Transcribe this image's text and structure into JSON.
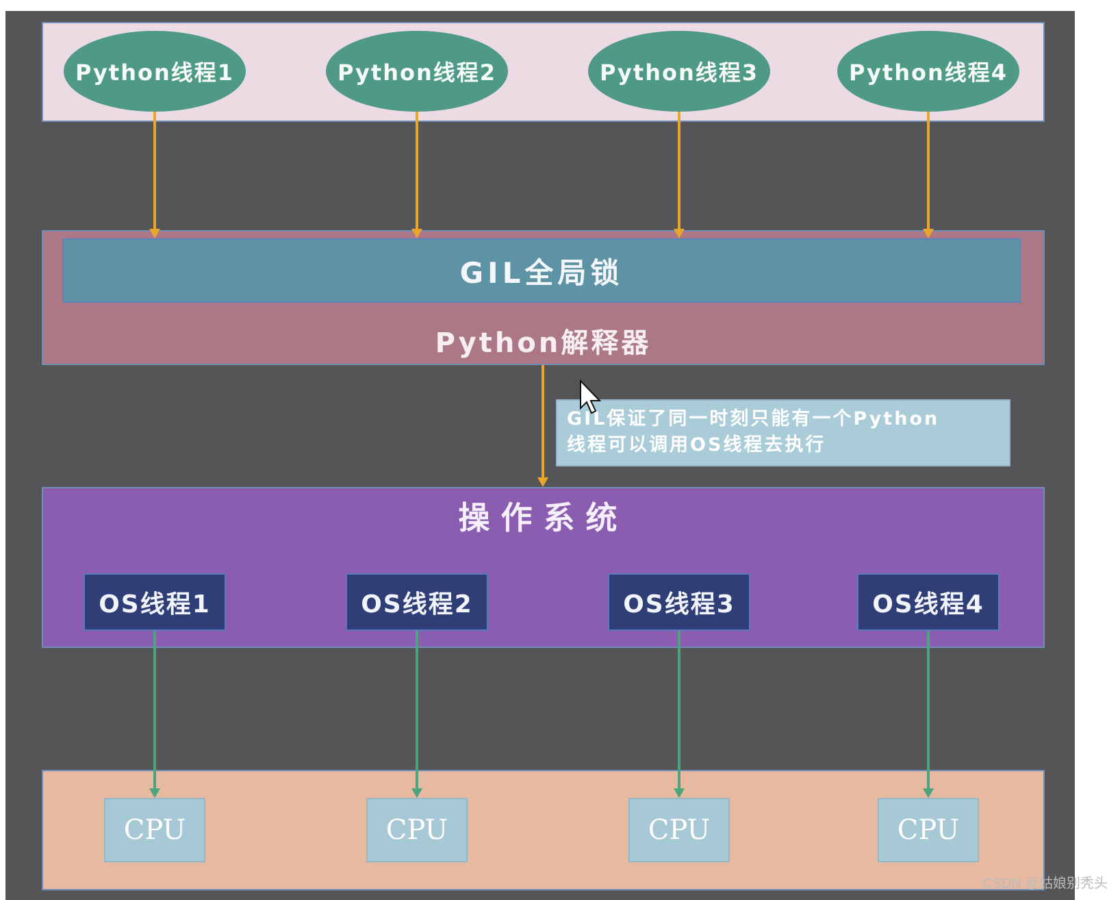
{
  "threads": [
    "Python线程1",
    "Python线程2",
    "Python线程3",
    "Python线程4"
  ],
  "gil_label": "GIL全局锁",
  "interpreter_label": "Python解释器",
  "note": {
    "line1": "GIL保证了同一时刻只能有一个Python",
    "line2": "线程可以调用OS线程去执行"
  },
  "os_label": "操作系统",
  "os_threads": [
    "OS线程1",
    "OS线程2",
    "OS线程3",
    "OS线程4"
  ],
  "cpus": [
    "CPU",
    "CPU",
    "CPU",
    "CPU"
  ],
  "watermark": "CSDN @姑娘别秃头",
  "colors": {
    "background": "#555557",
    "thread_band": "#ecdbe2",
    "thread_oval": "#4e9a86",
    "gil": "#5e93a6",
    "interpreter": "#ad7886",
    "os": "#8a5db0",
    "os_thread": "#2f3e76",
    "cpu_band": "#e6b9a0",
    "cpu": "#a7c9d6",
    "arrow_orange": "#e9a62b",
    "arrow_green": "#4aa47d"
  }
}
